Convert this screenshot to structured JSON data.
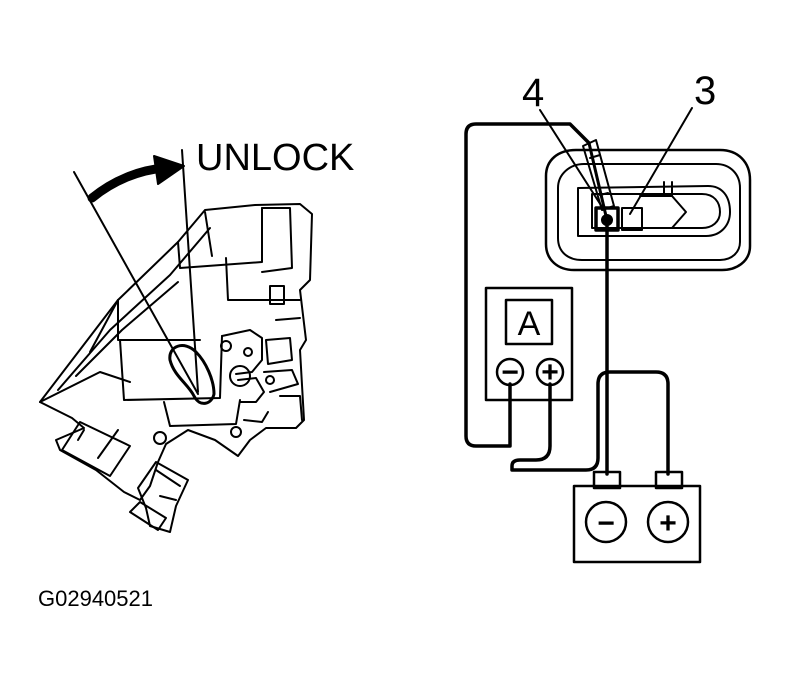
{
  "diagram": {
    "lock_direction_label": "UNLOCK",
    "terminal_labels": [
      "4",
      "3"
    ],
    "meter_label": "A",
    "meter_terminals": [
      "−",
      "+"
    ],
    "battery_terminals": [
      "−",
      "+"
    ],
    "figure_id": "G02940521"
  }
}
